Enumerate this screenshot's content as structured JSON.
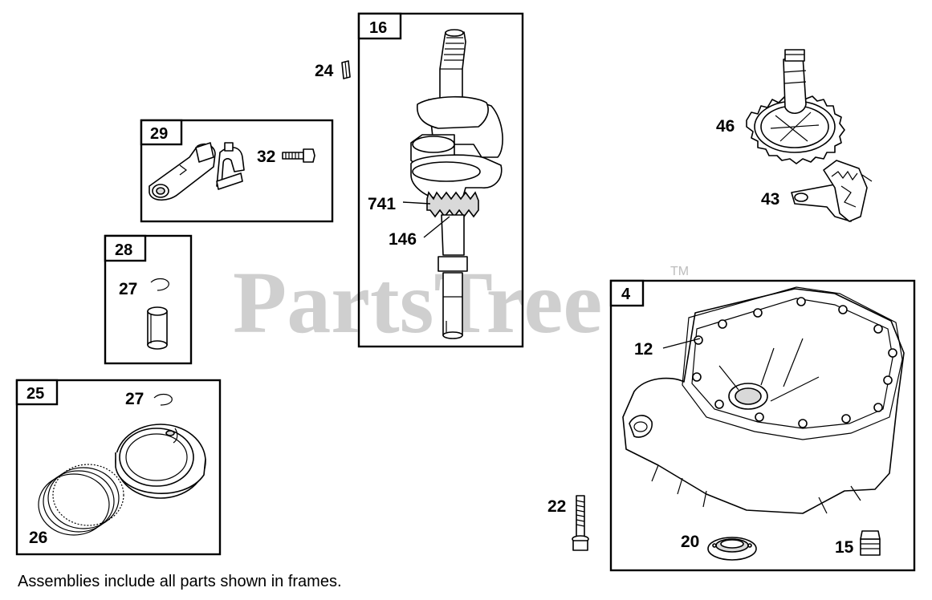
{
  "watermark": {
    "text": "PartsTree",
    "trademark": "TM"
  },
  "caption": "Assemblies include all parts shown in frames.",
  "frames": {
    "f16": "16",
    "f29": "29",
    "f28": "28",
    "f25": "25",
    "f4": "4"
  },
  "callouts": {
    "p24": "24",
    "p32": "32",
    "p741": "741",
    "p146": "146",
    "p27a": "27",
    "p27b": "27",
    "p26": "26",
    "p46": "46",
    "p43": "43",
    "p12": "12",
    "p22": "22",
    "p20": "20",
    "p15": "15"
  }
}
